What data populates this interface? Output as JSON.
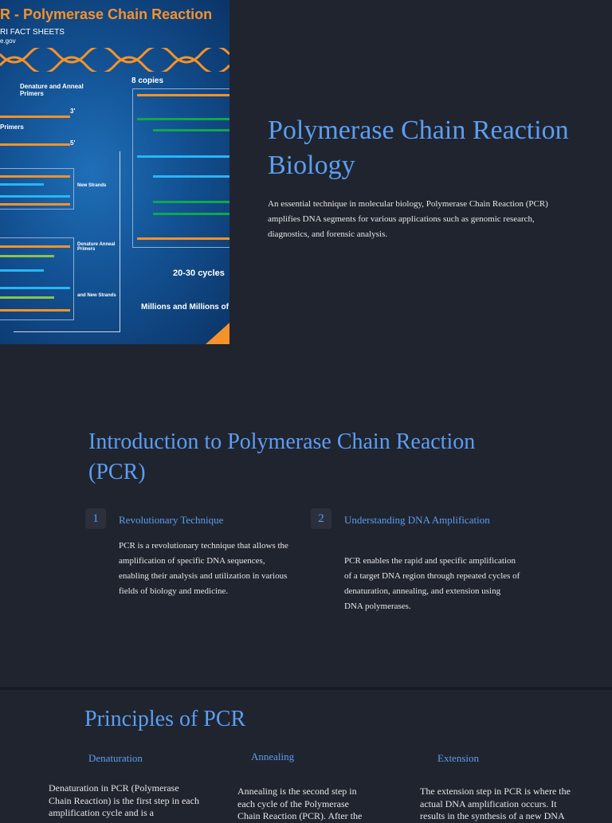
{
  "hero": {
    "image": {
      "title": "R - Polymerase Chain Reaction",
      "subtitle": "RI FACT SHEETS",
      "url": "e.gov",
      "labels": [
        "Denature and Anneal Primers",
        "3'",
        "Primers",
        "5'",
        "New Strands",
        "Denature Anneal Primers",
        "and New Strands",
        "8 copies",
        "20-30 cycles",
        "Millions and Millions of"
      ]
    },
    "title": "Polymerase Chain Reaction Biology",
    "description": "An essential technique in molecular biology, Polymerase Chain Reaction (PCR) amplifies DNA segments for various applications such as genomic research, diagnostics, and forensic analysis."
  },
  "intro": {
    "heading": "Introduction to Polymerase Chain Reaction (PCR)",
    "items": [
      {
        "number": "1",
        "title": "Revolutionary Technique",
        "body": "PCR is a revolutionary technique that allows the amplification of specific DNA sequences, enabling their analysis and utilization in various fields of biology and medicine."
      },
      {
        "number": "2",
        "title": "Understanding DNA Amplification",
        "body": "PCR enables the rapid and specific amplification of a target DNA region through repeated cycles of denaturation, annealing, and extension using DNA polymerases."
      }
    ]
  },
  "principles": {
    "heading": "Principles of PCR",
    "items": [
      {
        "title": "Denaturation",
        "body": "Denaturation in PCR (Polymerase Chain Reaction) is the first step in each amplification cycle and is a"
      },
      {
        "title": "Annealing",
        "body": "Annealing is the second step in each cycle of the Polymerase Chain Reaction (PCR). After the"
      },
      {
        "title": "Extension",
        "body": "The extension step in PCR is where the actual DNA amplification occurs. It results in the synthesis of a new DNA"
      }
    ]
  },
  "colors": {
    "background": "#20242f",
    "accent": "#5b9ef0",
    "image_orange": "#f5922a"
  }
}
